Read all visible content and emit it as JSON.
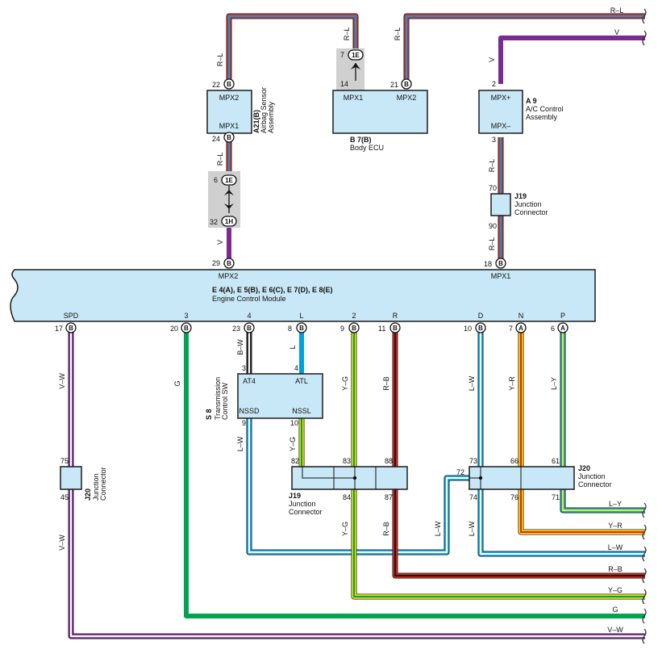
{
  "colors": {
    "R": "#e1251b",
    "L": "#00a0e0",
    "V": "#7b2a90",
    "W": "#ffffff",
    "G": "#00a44f",
    "Y": "#ffe600",
    "B": "#1a1a1a",
    "box_fill": "#c9e8f7"
  },
  "components": {
    "airbag": {
      "code": "A21(B)",
      "name1": "Airbag Sensor",
      "name2": "Assembly",
      "pin_top": "MPX2",
      "pin_bot": "MPX1"
    },
    "body_ecu": {
      "code": "B 7(B)",
      "name": "Body ECU",
      "pin_left": "MPX1",
      "pin_right": "MPX2"
    },
    "ac": {
      "code": "A 9",
      "name1": "A/C Control",
      "name2": "Assembly",
      "pin_top": "MPX+",
      "pin_bot": "MPX–"
    },
    "jc19_top": {
      "code": "J19",
      "name1": "Junction",
      "name2": "Connector"
    },
    "ecm": {
      "codes": "E 4(A), E 5(B), E 6(C), E 7(D), E 8(E)",
      "name": "Engine Control Module",
      "top_left": "MPX2",
      "top_right": "MPX1",
      "bottom_labels": [
        "SPD",
        "3",
        "4",
        "L",
        "2",
        "R",
        "D",
        "N",
        "P"
      ]
    },
    "tsw": {
      "code": "S 8",
      "name1": "Transmission",
      "name2": "Control SW",
      "at4": "AT4",
      "atl": "ATL",
      "nssd": "NSSD",
      "nssl": "NSSL"
    },
    "j20_left": {
      "code": "J20",
      "name1": "Junction",
      "name2": "Connector"
    },
    "j19_bottom": {
      "code": "J19",
      "name1": "Junction",
      "name2": "Connector"
    },
    "j20_right": {
      "code": "J20",
      "name1": "Junction",
      "name2": "Connector"
    }
  },
  "pins": {
    "p22": "22",
    "p24": "24",
    "p6": "6",
    "p32": "32",
    "p29": "29",
    "p7": "7",
    "p14": "14",
    "p21": "21",
    "p2": "2",
    "p3": "3",
    "p70": "70",
    "p90": "90",
    "p18": "18",
    "p17": "17",
    "p20": "20",
    "p23": "23",
    "p8": "8",
    "p9": "9",
    "p11": "11",
    "p10": "10",
    "p7b": "7",
    "p6b": "6",
    "p3s": "3",
    "p4s": "4",
    "p9s": "9",
    "p10s": "10",
    "p75": "75",
    "p45": "45",
    "p82": "82",
    "p83": "83",
    "p88": "88",
    "p84": "84",
    "p87": "87",
    "p73": "73",
    "p66": "66",
    "p61": "61",
    "p72": "72",
    "p74": "74",
    "p76": "76",
    "p71": "71",
    "B": "B",
    "A": "A",
    "1E": "1E",
    "1H": "1H"
  },
  "wires": {
    "RL": "R–L",
    "V": "V",
    "VW": "V–W",
    "G": "G",
    "BW": "B–W",
    "L": "L",
    "YG": "Y–G",
    "RB": "R–B",
    "LW": "L–W",
    "YR": "Y–R",
    "LY": "L–Y"
  }
}
